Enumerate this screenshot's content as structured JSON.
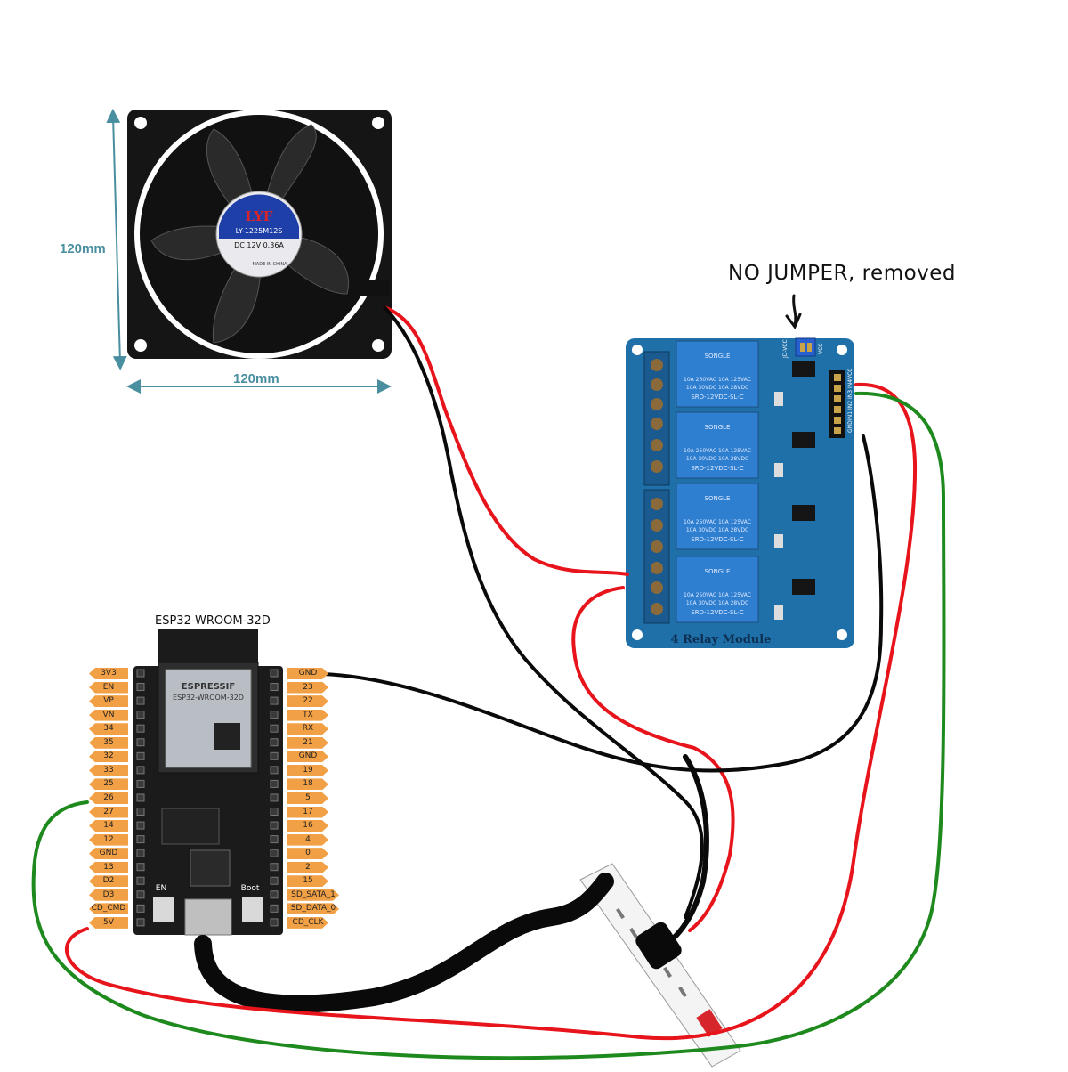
{
  "annotation": {
    "jumper_note": "NO JUMPER, removed"
  },
  "fan": {
    "brand": "LYF",
    "model": "LY-1225M12S",
    "rating": "DC 12V 0.36A",
    "made_in": "MADE IN CHINA",
    "dimension_height": "120mm",
    "dimension_width": "120mm"
  },
  "relay_module": {
    "title": "4 Relay Module",
    "relay_brand": "SONGLE",
    "relay_ratings": [
      "10A 250VAC 10A 125VAC",
      "10A 30VDC 10A 28VDC"
    ],
    "relay_model": "SRD-12VDC-SL-C",
    "input_labels": [
      "GND",
      "IN1",
      "IN2",
      "IN3",
      "IN4",
      "VCC"
    ],
    "jumper_labels": [
      "JD-VCC",
      "VCC"
    ]
  },
  "esp32": {
    "title": "ESP32-WROOM-32D",
    "shield_brand": "ESPRESSIF",
    "shield_model": "ESP32-WROOM-32D",
    "button_en": "EN",
    "button_boot": "Boot",
    "left_pins": [
      "3V3",
      "EN",
      "VP",
      "VN",
      "34",
      "35",
      "32",
      "33",
      "25",
      "26",
      "27",
      "14",
      "12",
      "GND",
      "13",
      "D2",
      "D3",
      "CD_CMD",
      "5V"
    ],
    "right_pins": [
      "GND",
      "23",
      "22",
      "TX",
      "RX",
      "21",
      "GND",
      "19",
      "18",
      "5",
      "17",
      "16",
      "4",
      "0",
      "2",
      "15",
      "SD_SATA_1",
      "SD_DATA_0",
      "CD_CLK"
    ]
  },
  "colors": {
    "wire_red": "#e8141b",
    "wire_black": "#0a0a0a",
    "wire_green": "#1e8a1e",
    "pin_label": "#f2a046",
    "relay_board": "#1f6fa8",
    "relay_cube": "#2f7fd0",
    "esp_board": "#1b1b1b",
    "fan_body": "#151515",
    "dimension": "#4a8fa0"
  }
}
